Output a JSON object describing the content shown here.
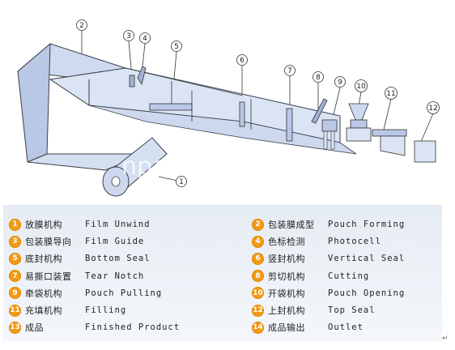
{
  "diagram": {
    "watermark": "npack.en.alibaba.com",
    "callouts": [
      "1",
      "2",
      "3",
      "4",
      "5",
      "6",
      "7",
      "8",
      "9",
      "10",
      "11",
      "12"
    ]
  },
  "legend": [
    {
      "num": "1",
      "cn": "放膜机构",
      "en": "Film Unwind"
    },
    {
      "num": "2",
      "cn": "包装膜成型",
      "en": "Pouch Forming"
    },
    {
      "num": "3",
      "cn": "包装膜导向",
      "en": "Film Guide"
    },
    {
      "num": "4",
      "cn": "色标检测",
      "en": "Photocell"
    },
    {
      "num": "5",
      "cn": "底封机构",
      "en": "Bottom Seal"
    },
    {
      "num": "6",
      "cn": "竖封机构",
      "en": "Vertical Seal"
    },
    {
      "num": "7",
      "cn": "易撕口装置",
      "en": "Tear Notch"
    },
    {
      "num": "8",
      "cn": "剪切机构",
      "en": "Cutting"
    },
    {
      "num": "9",
      "cn": "牵袋机构",
      "en": "Pouch Pulling"
    },
    {
      "num": "10",
      "cn": "开袋机构",
      "en": "Pouch Opening"
    },
    {
      "num": "11",
      "cn": "充填机构",
      "en": "Filling"
    },
    {
      "num": "12",
      "cn": "上封机构",
      "en": "Top Seal"
    },
    {
      "num": "13",
      "cn": "成品",
      "en": "Finished Product"
    },
    {
      "num": "14",
      "cn": "成品输出",
      "en": "Outlet"
    }
  ],
  "colors": {
    "badge": "#f29a16",
    "film": "#dbe4f4",
    "outline": "#3a3f4a"
  }
}
